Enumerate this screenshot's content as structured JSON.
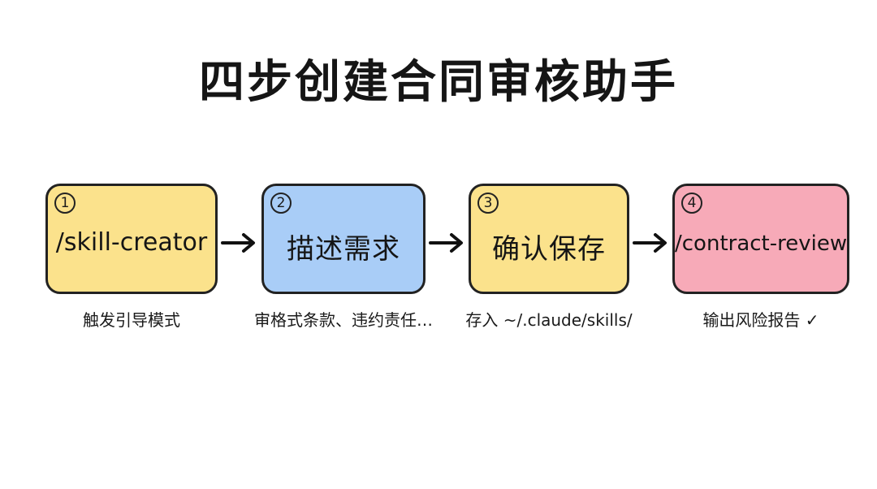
{
  "title": "四步创建合同审核助手",
  "steps": [
    {
      "number": "1",
      "label": "/skill-creator",
      "caption": "触发引导模式",
      "color": "#fbe28c"
    },
    {
      "number": "2",
      "label": "描述需求",
      "caption": "审格式条款、违约责任…",
      "color": "#a9cdf7"
    },
    {
      "number": "3",
      "label": "确认保存",
      "caption": "存入 ~/.claude/skills/",
      "color": "#fbe28c"
    },
    {
      "number": "4",
      "label": "/contract-review",
      "caption": "输出风险报告 ✓",
      "color": "#f7aab8"
    }
  ]
}
